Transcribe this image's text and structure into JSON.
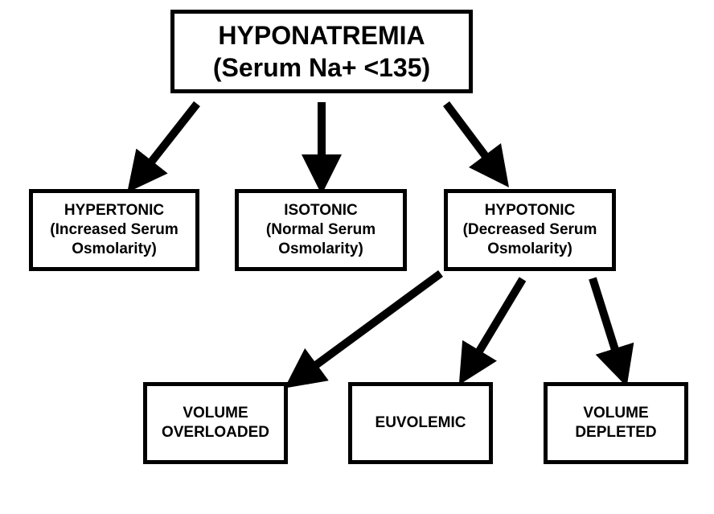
{
  "root": {
    "line1": "HYPONATREMIA",
    "line2": "(Serum Na+ <135)"
  },
  "level1": [
    {
      "line1": "HYPERTONIC",
      "line2": "(Increased Serum",
      "line3": "Osmolarity)"
    },
    {
      "line1": "ISOTONIC",
      "line2": "(Normal Serum",
      "line3": "Osmolarity)"
    },
    {
      "line1": "HYPOTONIC",
      "line2": "(Decreased Serum",
      "line3": "Osmolarity)"
    }
  ],
  "level2": [
    {
      "line1": "VOLUME",
      "line2": "OVERLOADED"
    },
    {
      "line1": "EUVOLEMIC"
    },
    {
      "line1": "VOLUME",
      "line2": "DEPLETED"
    }
  ],
  "colors": {
    "stroke": "#000000",
    "background": "#ffffff"
  }
}
